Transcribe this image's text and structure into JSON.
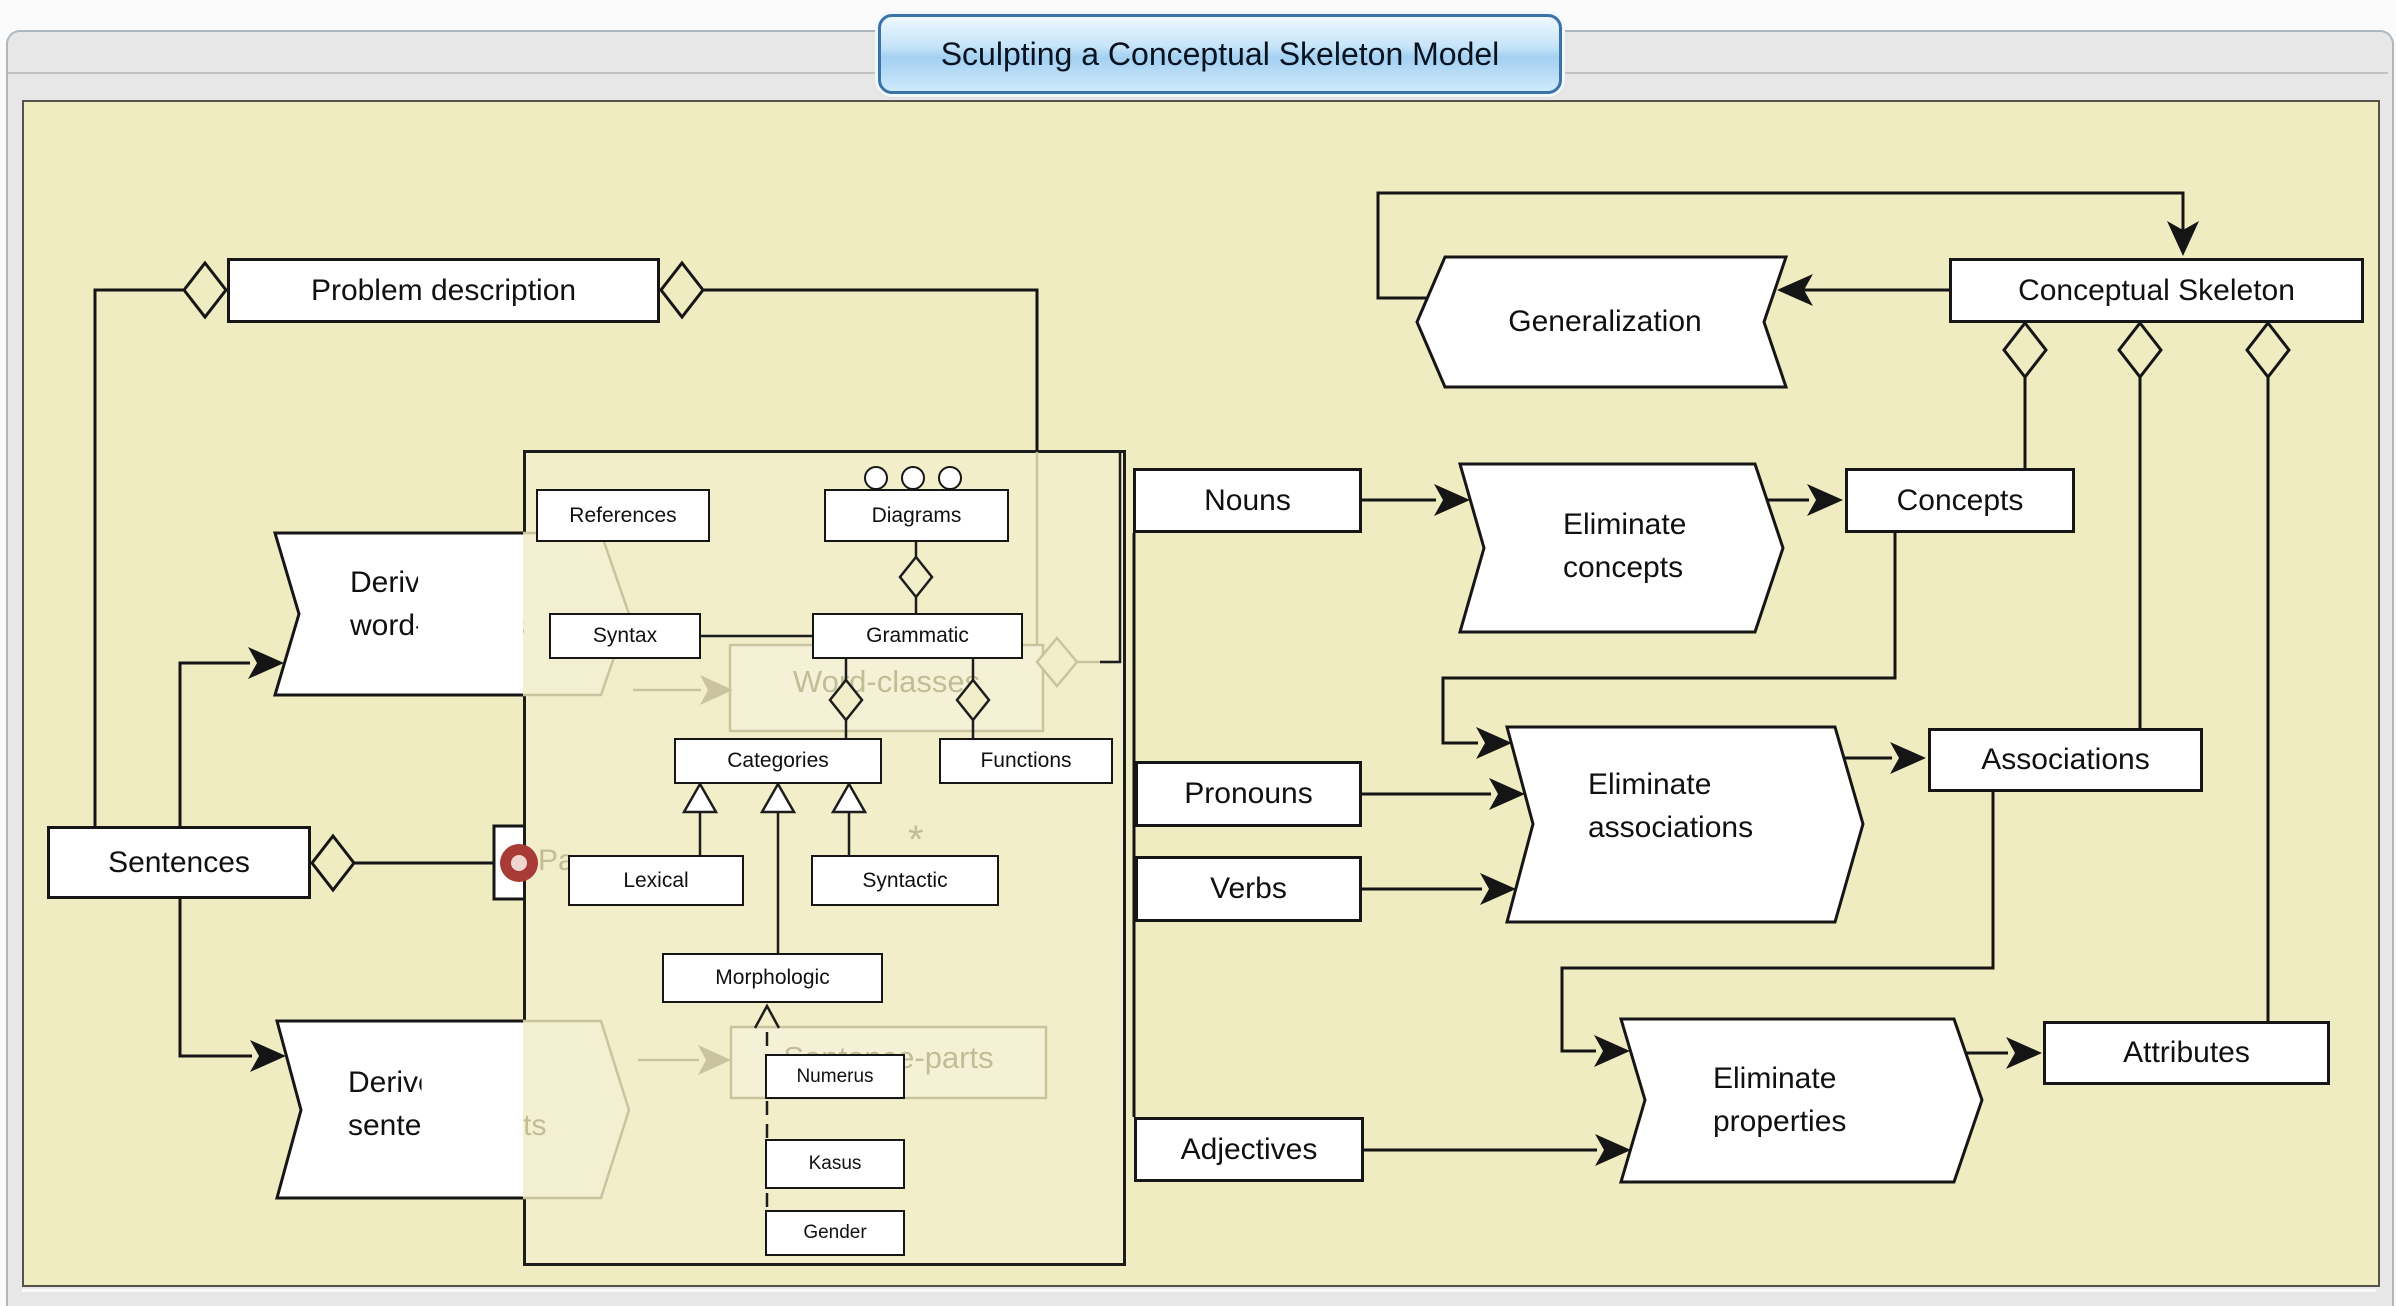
{
  "window": {
    "title": "Sculpting a Conceptual Skeleton Model"
  },
  "colors": {
    "canvas_beige": "#efecc1",
    "tab_blue": "#a3d0f2",
    "ghost": "#c9c49e",
    "badge_red": "#a83b35",
    "line": "#151515"
  },
  "nodes": {
    "problem_description": {
      "label": "Problem description"
    },
    "conceptual_skeleton": {
      "label": "Conceptual Skeleton"
    },
    "generalization": {
      "label": "Generalization"
    },
    "sentences": {
      "label": "Sentences"
    },
    "nouns": {
      "label": "Nouns"
    },
    "concepts": {
      "label": "Concepts"
    },
    "pronouns": {
      "label": "Pronouns"
    },
    "verbs": {
      "label": "Verbs"
    },
    "associations": {
      "label": "Associations"
    },
    "adjectives": {
      "label": "Adjectives"
    },
    "attributes": {
      "label": "Attributes"
    },
    "eliminate_concepts": {
      "lines": [
        "Eliminate",
        "concepts"
      ]
    },
    "eliminate_associations": {
      "lines": [
        "Eliminate",
        "associations"
      ]
    },
    "eliminate_properties": {
      "lines": [
        "Eliminate",
        "properties"
      ]
    },
    "derive_word_classes": {
      "lines": [
        "Derive",
        "word-classes"
      ]
    },
    "derive_sentence_parts": {
      "lines": [
        "Derive",
        "sentence-parts"
      ]
    },
    "references": {
      "label": "References"
    },
    "diagrams": {
      "label": "Diagrams"
    },
    "syntax": {
      "label": "Syntax"
    },
    "grammatic": {
      "label": "Grammatic"
    },
    "categories": {
      "label": "Categories"
    },
    "functions": {
      "label": "Functions"
    },
    "lexical": {
      "label": "Lexical"
    },
    "syntactic": {
      "label": "Syntactic"
    },
    "morphologic": {
      "label": "Morphologic"
    },
    "numerus": {
      "label": "Numerus"
    },
    "kasus": {
      "label": "Kasus"
    },
    "gender": {
      "label": "Gender"
    }
  },
  "ghosts": {
    "word_classes": "Word-classes",
    "sentence_parts": "Sentence-parts",
    "partial": "Pa",
    "star": "*"
  }
}
